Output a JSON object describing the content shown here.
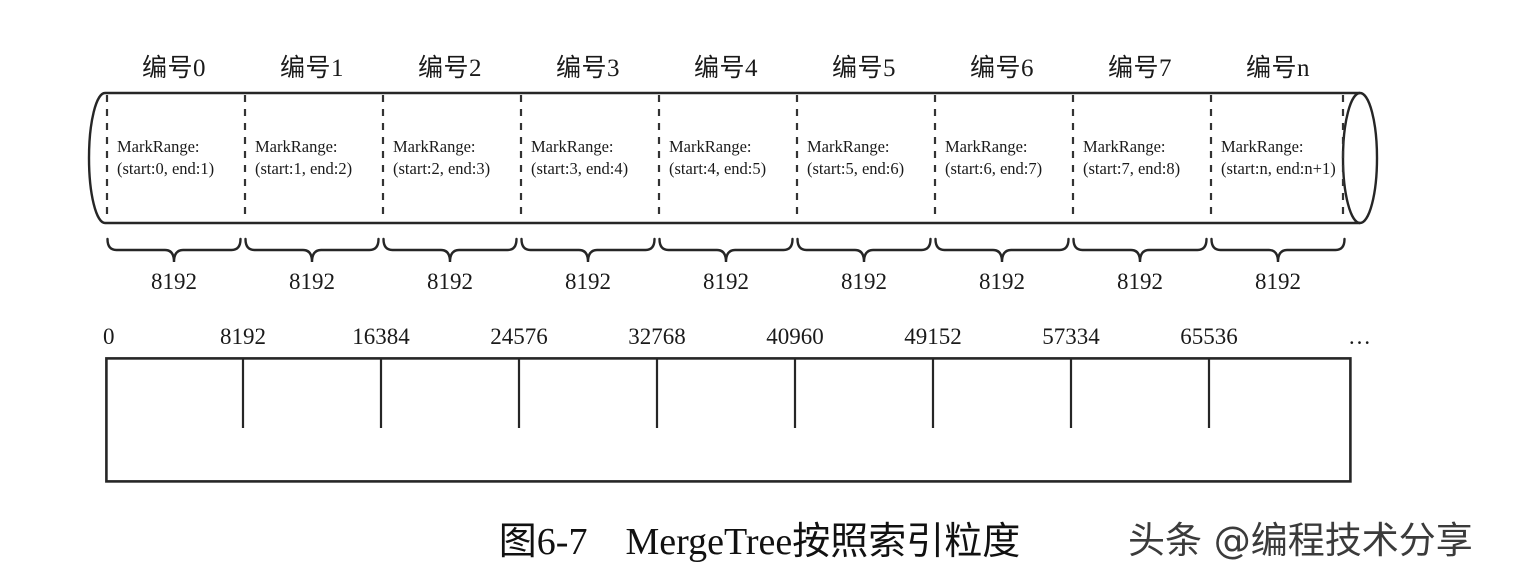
{
  "figure": {
    "caption": "图6-7　MergeTree按照索引粒度",
    "watermark": "头条 @编程技术分享",
    "stroke_color": "#262626",
    "dash_color": "#333333",
    "background": "#ffffff"
  },
  "granule_row": {
    "segment_labels": [
      "编号0",
      "编号1",
      "编号2",
      "编号3",
      "编号4",
      "编号5",
      "编号6",
      "编号7",
      "编号n"
    ],
    "cells": [
      {
        "title": "MarkRange:",
        "range": "(start:0, end:1)"
      },
      {
        "title": "MarkRange:",
        "range": "(start:1, end:2)"
      },
      {
        "title": "MarkRange:",
        "range": "(start:2, end:3)"
      },
      {
        "title": "MarkRange:",
        "range": "(start:3, end:4)"
      },
      {
        "title": "MarkRange:",
        "range": "(start:4, end:5)"
      },
      {
        "title": "MarkRange:",
        "range": "(start:5, end:6)"
      },
      {
        "title": "MarkRange:",
        "range": "(start:6, end:7)"
      },
      {
        "title": "MarkRange:",
        "range": "(start:7, end:8)"
      },
      {
        "title": "MarkRange:",
        "range": "(start:n, end:n+1)"
      }
    ]
  },
  "brace_row": {
    "labels": [
      "8192",
      "8192",
      "8192",
      "8192",
      "8192",
      "8192",
      "8192",
      "8192",
      "8192"
    ]
  },
  "axis": {
    "ticks": [
      "0",
      "8192",
      "16384",
      "24576",
      "32768",
      "40960",
      "49152",
      "57334",
      "65536"
    ],
    "ellipsis": "…"
  }
}
